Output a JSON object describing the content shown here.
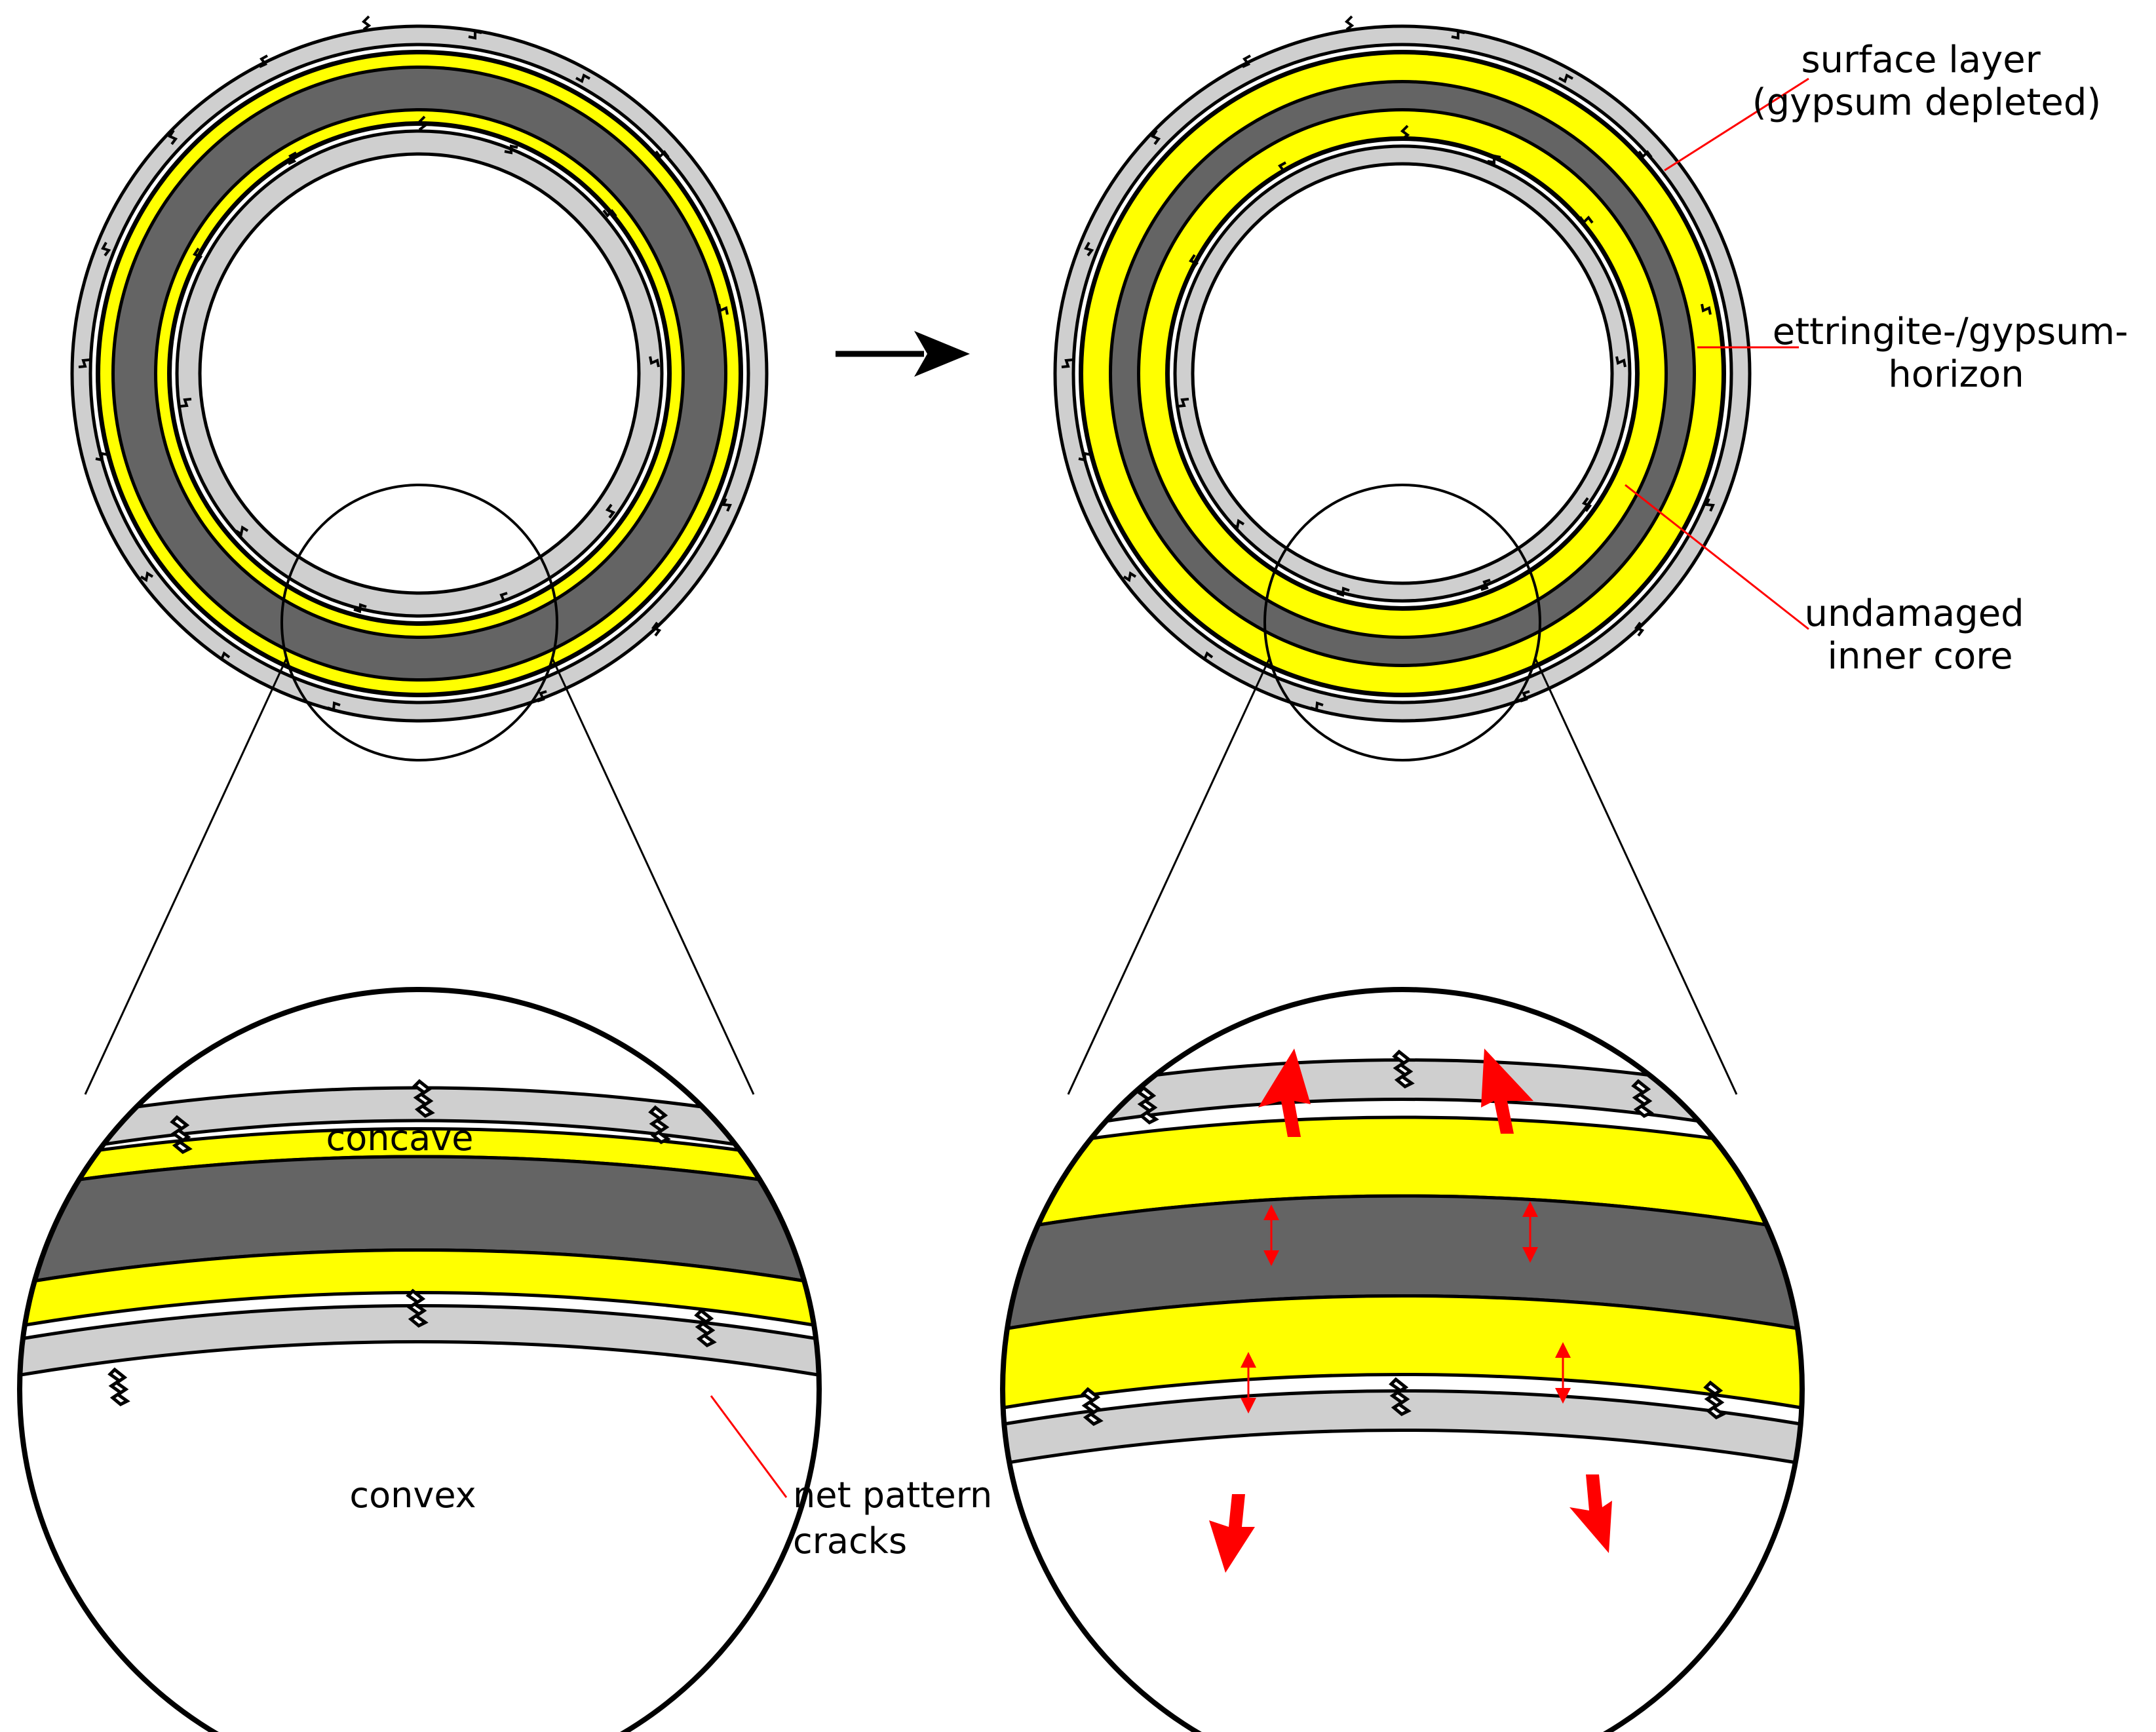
{
  "colors": {
    "surface_layer": "#cfcfcf",
    "inner_core": "#646464",
    "ettringite_gypsum_horizon": "#ffff00",
    "leader_lines": "#ff0000",
    "expansion_arrows": "#ff0000",
    "outline": "#000000"
  },
  "legend": {
    "surface_layer": [
      "surface layer",
      "(gypsum depleted)"
    ],
    "horizon": [
      "ettringite-/gypsum-",
      "horizon"
    ],
    "core": [
      "undamaged",
      "inner core"
    ]
  },
  "detail_left": {
    "concave_label": "concave",
    "convex_label": "convex",
    "cracks_label": [
      "net pattern",
      "cracks"
    ]
  },
  "icons": {
    "transition": "right-arrow-icon",
    "expansion": "expansion-arrow-icon",
    "swelling": "double-headed-arrow-icon"
  }
}
